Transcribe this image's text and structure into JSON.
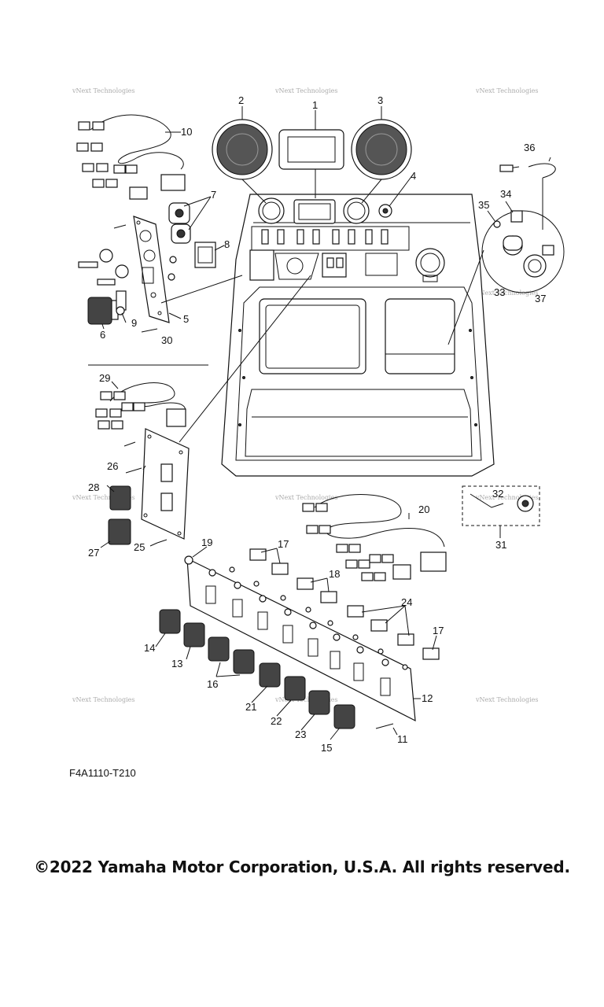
{
  "diagram": {
    "figure_code": "F4A1110-T210",
    "copyright": "©2022 Yamaha Motor Corporation, U.S.A. All rights reserved.",
    "watermark_text": "vNext Technologies",
    "callouts": [
      {
        "id": "c1",
        "label": "1"
      },
      {
        "id": "c2",
        "label": "2"
      },
      {
        "id": "c3",
        "label": "3"
      },
      {
        "id": "c4",
        "label": "4"
      },
      {
        "id": "c5",
        "label": "5"
      },
      {
        "id": "c6",
        "label": "6"
      },
      {
        "id": "c7",
        "label": "7"
      },
      {
        "id": "c8",
        "label": "8"
      },
      {
        "id": "c9",
        "label": "9"
      },
      {
        "id": "c10",
        "label": "10"
      },
      {
        "id": "c11",
        "label": "11"
      },
      {
        "id": "c12",
        "label": "12"
      },
      {
        "id": "c13",
        "label": "13"
      },
      {
        "id": "c14",
        "label": "14"
      },
      {
        "id": "c15",
        "label": "15"
      },
      {
        "id": "c16",
        "label": "16"
      },
      {
        "id": "c17a",
        "label": "17"
      },
      {
        "id": "c17b",
        "label": "17"
      },
      {
        "id": "c18",
        "label": "18"
      },
      {
        "id": "c19",
        "label": "19"
      },
      {
        "id": "c20",
        "label": "20"
      },
      {
        "id": "c21",
        "label": "21"
      },
      {
        "id": "c22",
        "label": "22"
      },
      {
        "id": "c23",
        "label": "23"
      },
      {
        "id": "c24",
        "label": "24"
      },
      {
        "id": "c25",
        "label": "25"
      },
      {
        "id": "c26",
        "label": "26"
      },
      {
        "id": "c27",
        "label": "27"
      },
      {
        "id": "c28",
        "label": "28"
      },
      {
        "id": "c29",
        "label": "29"
      },
      {
        "id": "c30",
        "label": "30"
      },
      {
        "id": "c31",
        "label": "31"
      },
      {
        "id": "c32",
        "label": "32"
      },
      {
        "id": "c33",
        "label": "33"
      },
      {
        "id": "c34",
        "label": "34"
      },
      {
        "id": "c35",
        "label": "35"
      },
      {
        "id": "c36",
        "label": "36"
      },
      {
        "id": "c37",
        "label": "37"
      }
    ]
  }
}
